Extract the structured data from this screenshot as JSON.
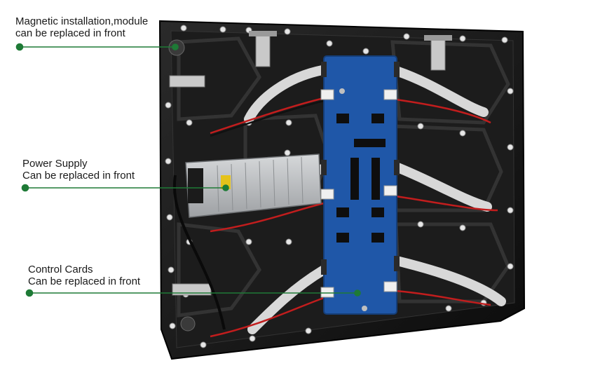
{
  "callouts": [
    {
      "line1": "Magnetic installation,module",
      "line2": "can be replaced in front"
    },
    {
      "line1": "Power Supply",
      "line2": "Can be replaced in front"
    },
    {
      "line1": "Control Cards",
      "line2": "Can be replaced in front"
    }
  ],
  "colors": {
    "callout": "#1e7a36",
    "cabinet": "#151515",
    "board": "#1f57a8",
    "psu": "#b9bcbf",
    "ribbon": "#d8d8d8",
    "wire_red": "#c21d1d"
  }
}
